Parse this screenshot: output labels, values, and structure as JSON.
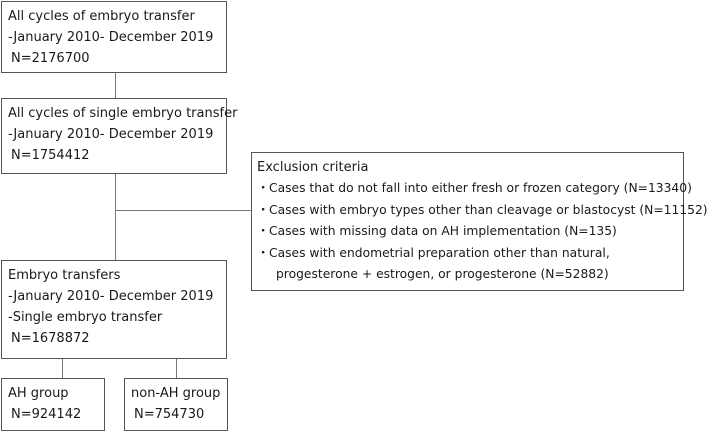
{
  "box1": {
    "lines": [
      "All cycles of embryo transfer",
      "-January 2010- December 2019",
      "N=2176700"
    ]
  },
  "box2": {
    "lines": [
      "All cycles of single embryo transfer",
      "-January 2010- December 2019",
      "N=1754412"
    ]
  },
  "exclusion": {
    "title": "Exclusion criteria",
    "bullet": "・",
    "items": [
      "Cases that do not fall into either fresh or frozen category (N=13340)",
      "Cases with embryo types other than cleavage or blastocyst (N=11152)",
      "Cases with missing data on AH implementation (N=135)",
      "Cases with endometrial preparation other than natural,"
    ],
    "continuation": "progesterone + estrogen, or progesterone (N=52882)"
  },
  "box3": {
    "lines": [
      "Embryo transfers",
      "-January 2010- December 2019",
      "-Single embryo transfer",
      "N=1678872"
    ]
  },
  "ah_group": {
    "lines": [
      "AH group",
      "N=924142"
    ]
  },
  "non_ah_group": {
    "lines": [
      "non-AH group",
      "N=754730"
    ]
  }
}
